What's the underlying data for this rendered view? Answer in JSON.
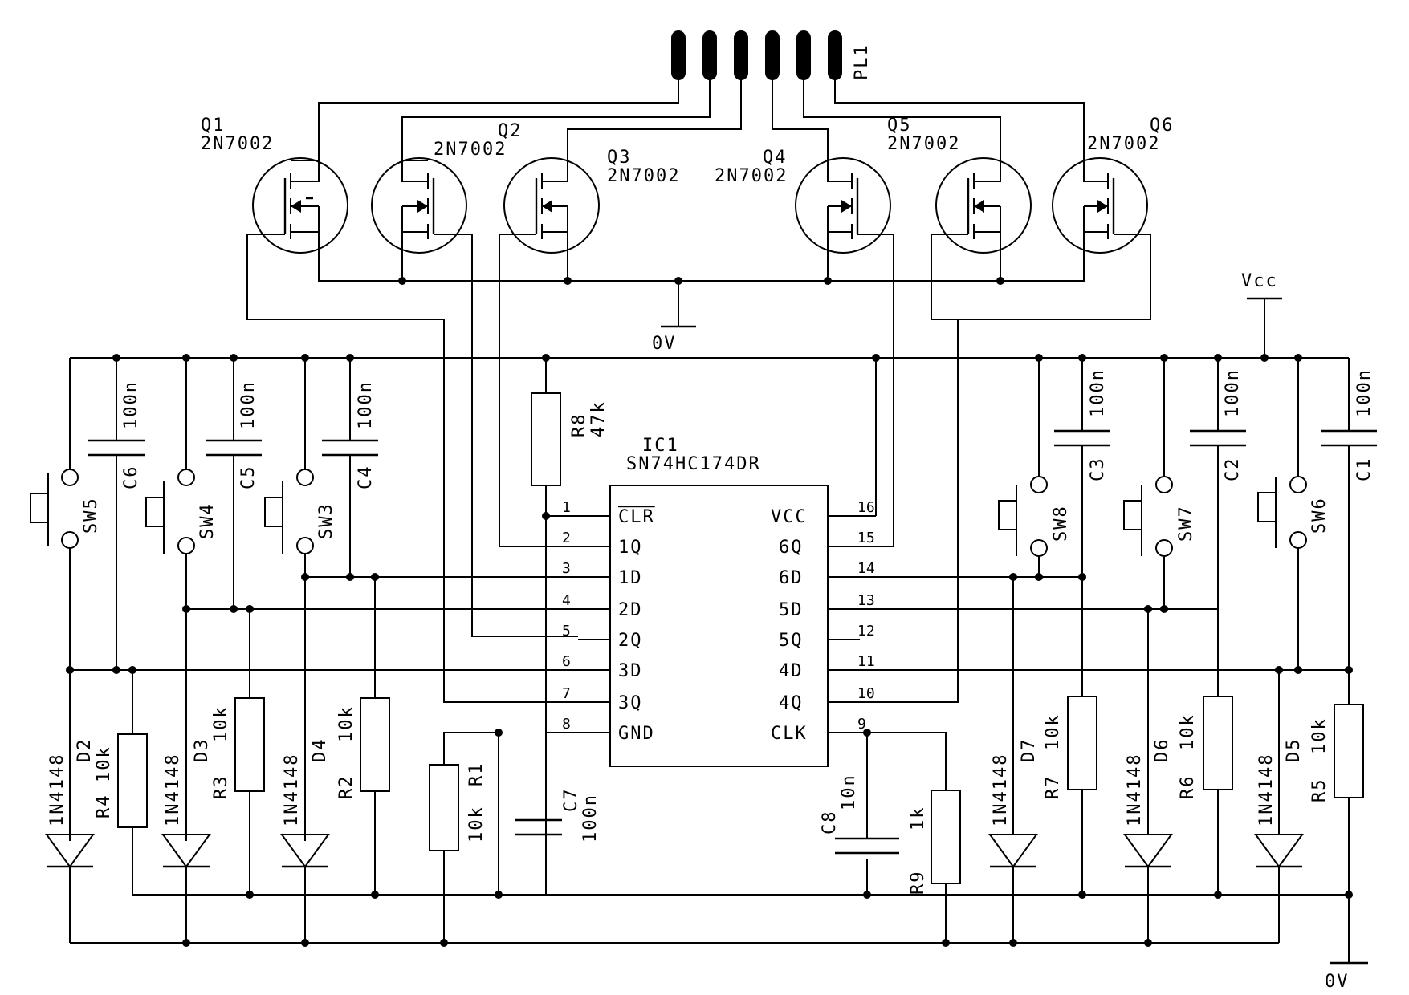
{
  "connector": {
    "ref": "PL1"
  },
  "transistors": [
    {
      "ref": "Q1",
      "value": "2N7002"
    },
    {
      "ref": "Q2",
      "value": "2N7002"
    },
    {
      "ref": "Q3",
      "value": "2N7002"
    },
    {
      "ref": "Q4",
      "value": "2N7002"
    },
    {
      "ref": "Q5",
      "value": "2N7002"
    },
    {
      "ref": "Q6",
      "value": "2N7002"
    }
  ],
  "ic": {
    "ref": "IC1",
    "part": "SN74HC174DR",
    "left_pins": [
      {
        "num": "1",
        "name": "CLR"
      },
      {
        "num": "2",
        "name": "1Q"
      },
      {
        "num": "3",
        "name": "1D"
      },
      {
        "num": "4",
        "name": "2D"
      },
      {
        "num": "5",
        "name": "2Q"
      },
      {
        "num": "6",
        "name": "3D"
      },
      {
        "num": "7",
        "name": "3Q"
      },
      {
        "num": "8",
        "name": "GND"
      }
    ],
    "right_pins": [
      {
        "num": "16",
        "name": "VCC"
      },
      {
        "num": "15",
        "name": "6Q"
      },
      {
        "num": "14",
        "name": "6D"
      },
      {
        "num": "13",
        "name": "5D"
      },
      {
        "num": "12",
        "name": "5Q"
      },
      {
        "num": "11",
        "name": "4D"
      },
      {
        "num": "10",
        "name": "4Q"
      },
      {
        "num": "9",
        "name": "CLK"
      }
    ]
  },
  "resistors": {
    "R1": {
      "ref": "R1",
      "value": "10k"
    },
    "R2": {
      "ref": "R2",
      "value": "10k"
    },
    "R3": {
      "ref": "R3",
      "value": "10k"
    },
    "R4": {
      "ref": "R4",
      "value": "10k"
    },
    "R5": {
      "ref": "R5",
      "value": "10k"
    },
    "R6": {
      "ref": "R6",
      "value": "10k"
    },
    "R7": {
      "ref": "R7",
      "value": "10k"
    },
    "R8": {
      "ref": "R8",
      "value": "47k"
    },
    "R9": {
      "ref": "R9",
      "value": "1k"
    }
  },
  "capacitors": {
    "C1": {
      "ref": "C1",
      "value": "100n"
    },
    "C2": {
      "ref": "C2",
      "value": "100n"
    },
    "C3": {
      "ref": "C3",
      "value": "100n"
    },
    "C4": {
      "ref": "C4",
      "value": "100n"
    },
    "C5": {
      "ref": "C5",
      "value": "100n"
    },
    "C6": {
      "ref": "C6",
      "value": "100n"
    },
    "C7": {
      "ref": "C7",
      "value": "100n"
    },
    "C8": {
      "ref": "C8",
      "value": "10n"
    }
  },
  "diodes": {
    "D2": {
      "ref": "D2",
      "value": "1N4148"
    },
    "D3": {
      "ref": "D3",
      "value": "1N4148"
    },
    "D4": {
      "ref": "D4",
      "value": "1N4148"
    },
    "D5": {
      "ref": "D5",
      "value": "1N4148"
    },
    "D6": {
      "ref": "D6",
      "value": "1N4148"
    },
    "D7": {
      "ref": "D7",
      "value": "1N4148"
    }
  },
  "switches": {
    "SW3": "SW3",
    "SW4": "SW4",
    "SW5": "SW5",
    "SW6": "SW6",
    "SW7": "SW7",
    "SW8": "SW8"
  },
  "nets": {
    "vcc": "Vcc",
    "gnd_top": "0V",
    "gnd_bottom": "0V"
  }
}
